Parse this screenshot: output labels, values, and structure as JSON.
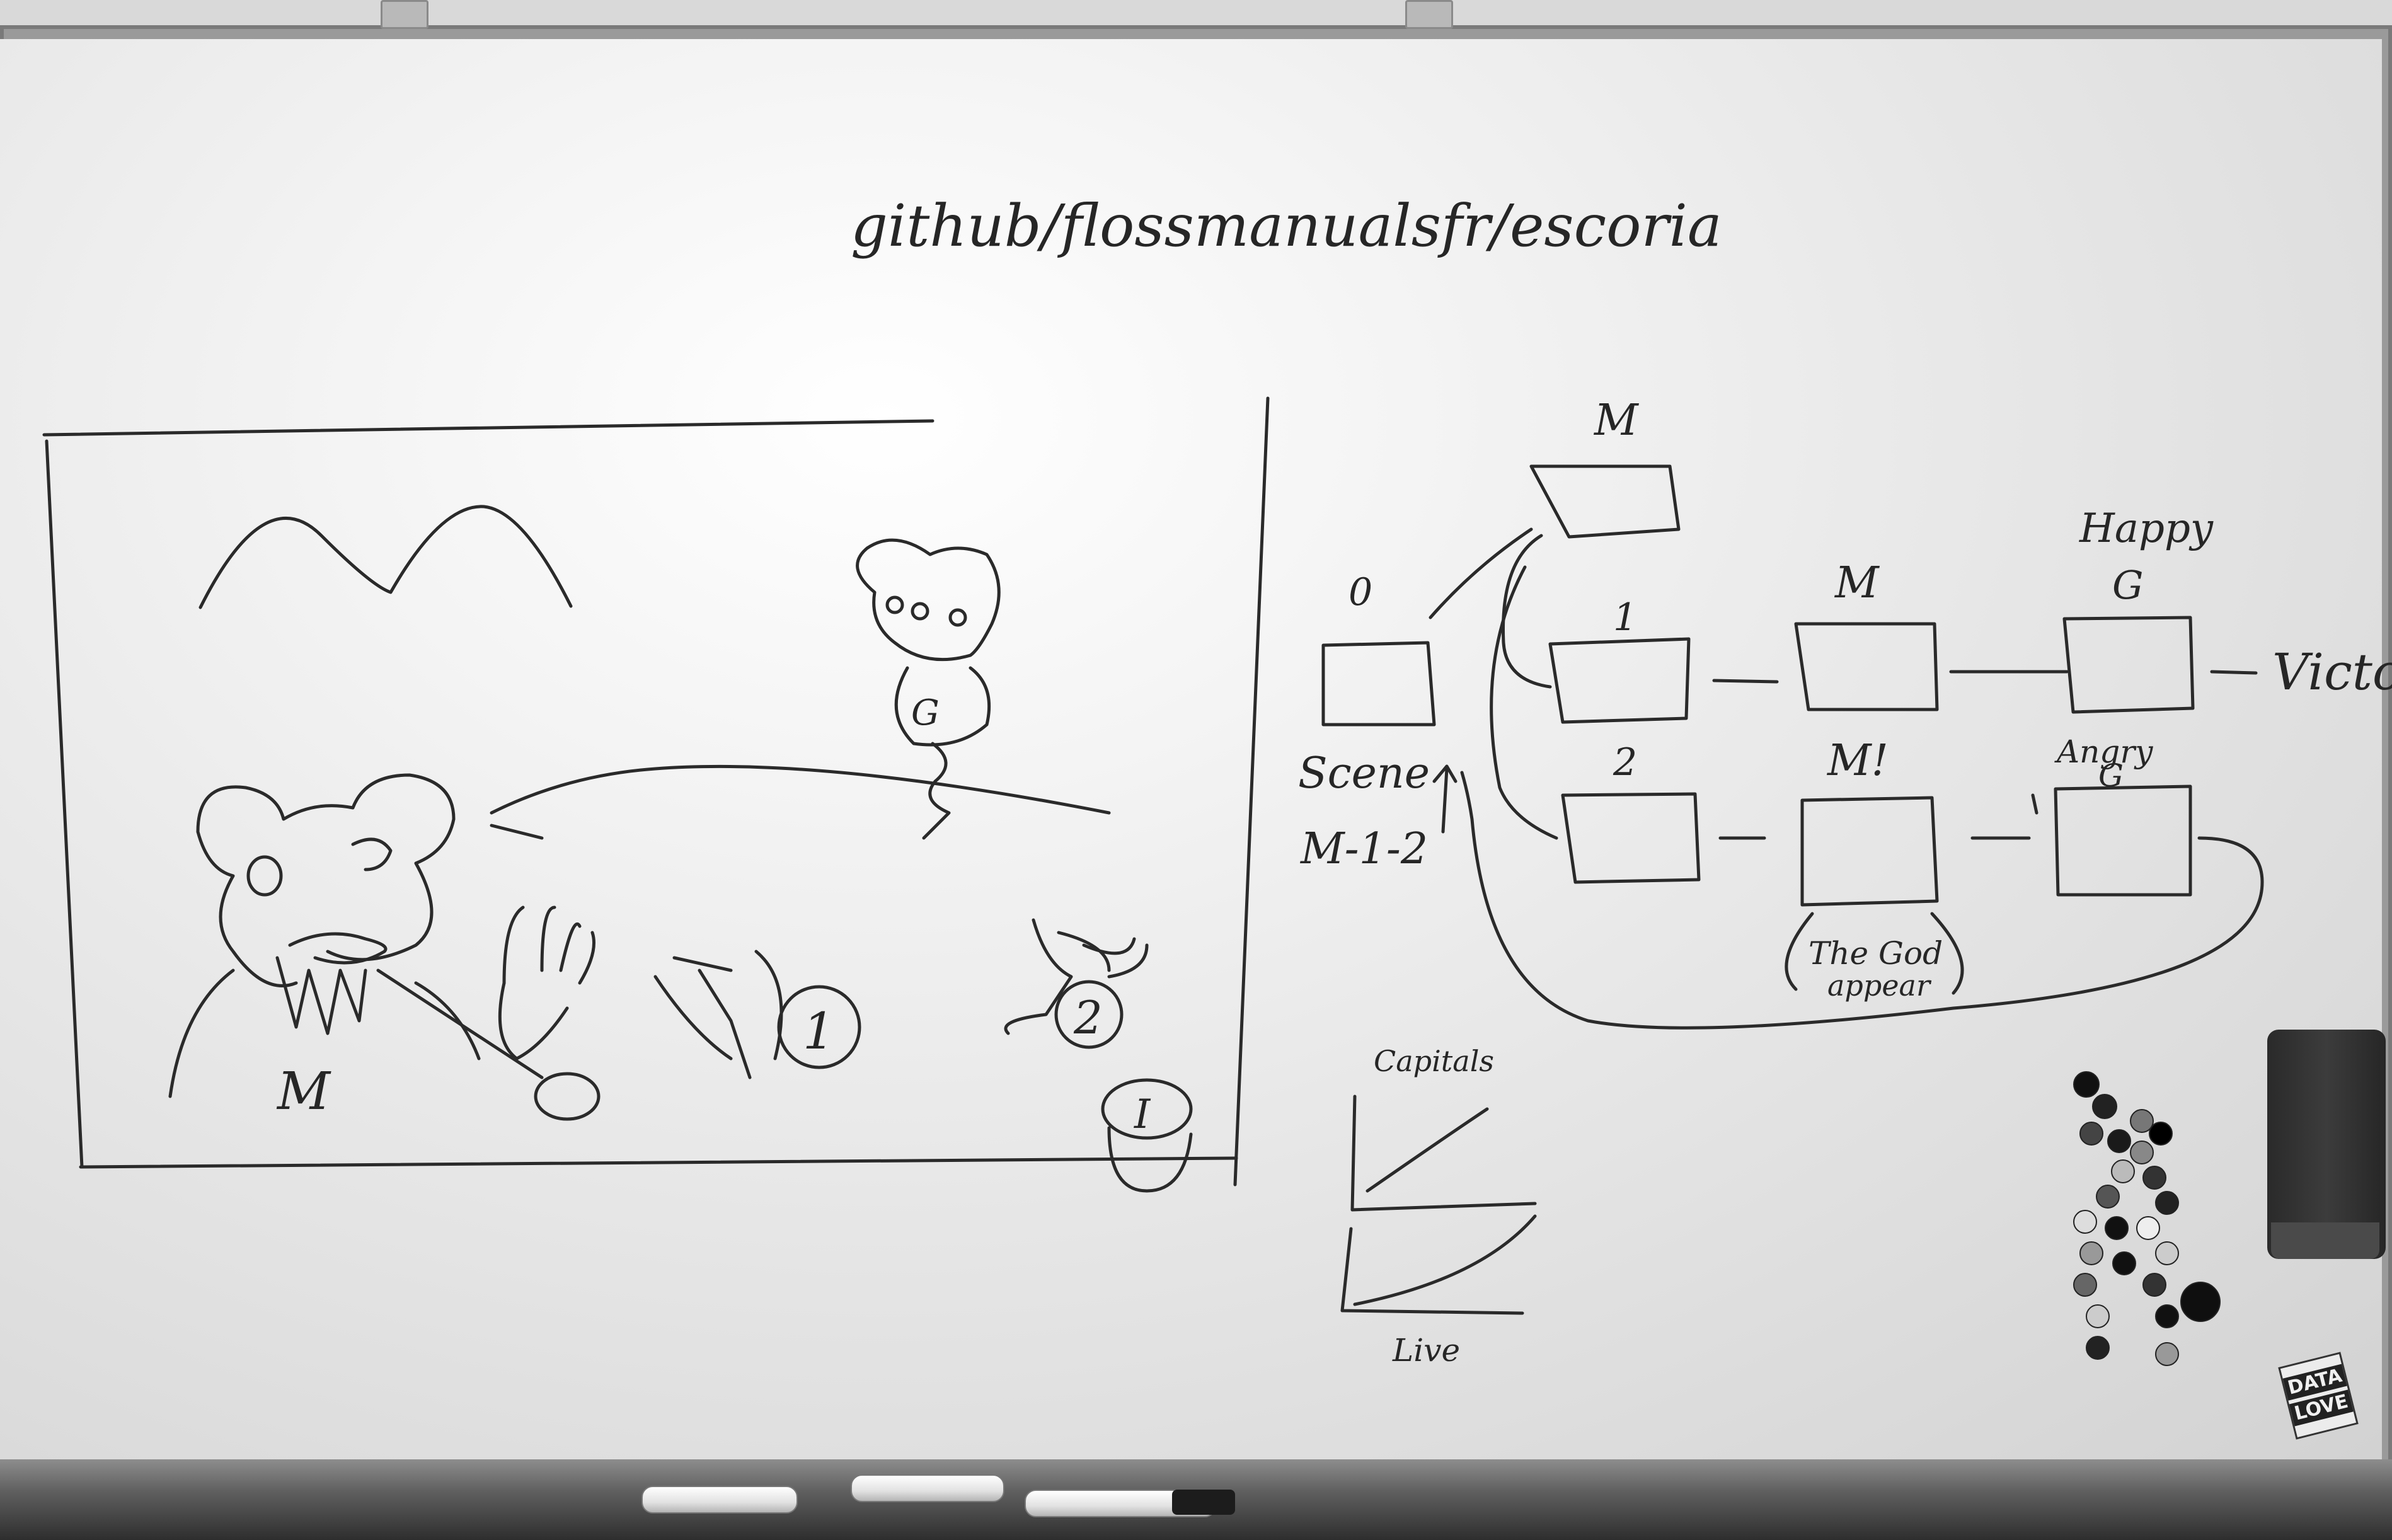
{
  "whiteboard": {
    "url_text": "github/flossmanualsfr/escoria",
    "scene_label": "Scene",
    "scene_code": "M-1-2",
    "top_label": "M",
    "node_label_1": "1",
    "node_label_2": "2",
    "middle_top_label": "M",
    "middle_bottom_label": "M!",
    "happy_label": "Happy",
    "angry_label": "Angry",
    "victory_label": "Victory",
    "god_appear_line1": "The God",
    "god_appear_line2": "appear",
    "left_node_label": "0",
    "graph_top_label": "Capitals",
    "graph_bottom_label": "Live",
    "character_letter": "M",
    "ghost_letter": "G",
    "happy_letter": "G",
    "angry_letter": "G",
    "item_1": "1",
    "item_2": "2",
    "pot_letter": "I"
  },
  "sticker": {
    "line1": "DATA",
    "line2": "LOVE"
  },
  "colors": {
    "ink": "#2a2a2a",
    "board": "#f2f2f2",
    "frame": "#9a9a9a"
  }
}
